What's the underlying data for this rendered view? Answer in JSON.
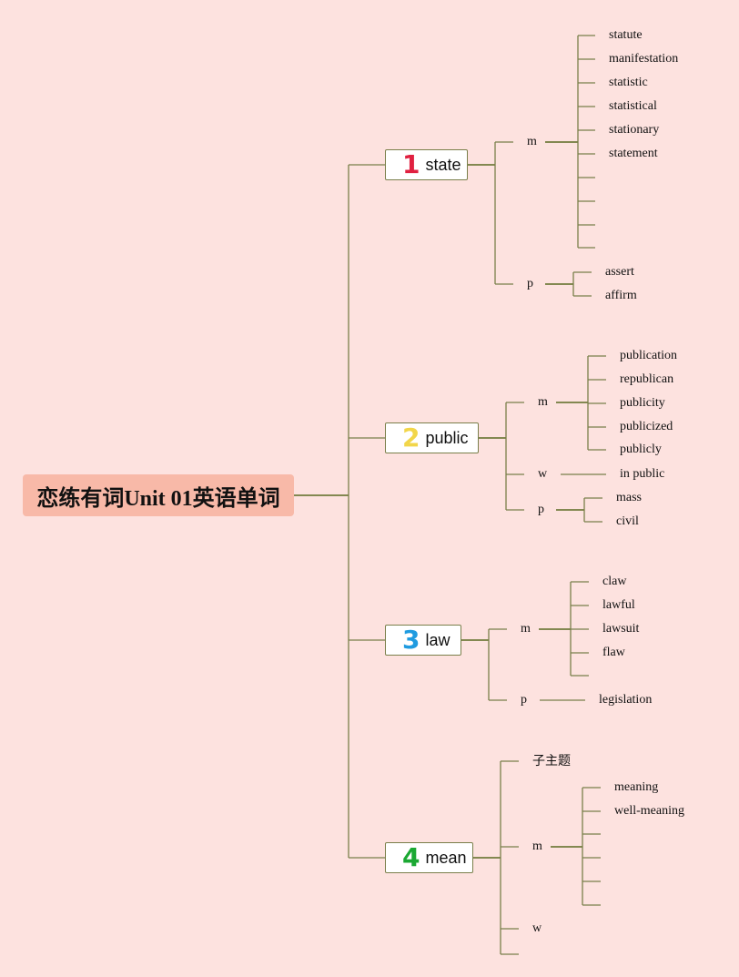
{
  "root": {
    "label": "恋练有词Unit 01英语单词"
  },
  "topics": [
    {
      "number": "1",
      "label": "state",
      "color": "#e02040",
      "groups": [
        {
          "label": "m",
          "items": [
            "statute",
            "manifestation",
            "statistic",
            "statistical",
            "stationary",
            "statement",
            "",
            "",
            "",
            ""
          ]
        },
        {
          "label": "p",
          "items": [
            "assert",
            "affirm"
          ]
        }
      ]
    },
    {
      "number": "2",
      "label": "public",
      "color": "#f2d64a",
      "groups": [
        {
          "label": "m",
          "items": [
            "publication",
            "republican",
            "publicity",
            "publicized",
            "publicly"
          ]
        },
        {
          "label": "w",
          "items": [
            "in public"
          ]
        },
        {
          "label": "p",
          "items": [
            "mass",
            "civil"
          ]
        }
      ]
    },
    {
      "number": "3",
      "label": "law",
      "color": "#1f9be0",
      "groups": [
        {
          "label": "m",
          "items": [
            "claw",
            "lawful",
            "lawsuit",
            "flaw",
            ""
          ]
        },
        {
          "label": "p",
          "items": [
            "legislation"
          ]
        }
      ]
    },
    {
      "number": "4",
      "label": "mean",
      "color": "#1aa832",
      "groups": [
        {
          "label": "子主题",
          "items": []
        },
        {
          "label": "m",
          "items": [
            "meaning",
            "well-meaning",
            "",
            "",
            "",
            ""
          ]
        },
        {
          "label": "w",
          "items": []
        },
        {
          "label": "",
          "items": []
        }
      ]
    }
  ],
  "colors": {
    "background": "#fde2df",
    "line": "#7a7f4a",
    "root_fill": "#f8b9a8"
  }
}
